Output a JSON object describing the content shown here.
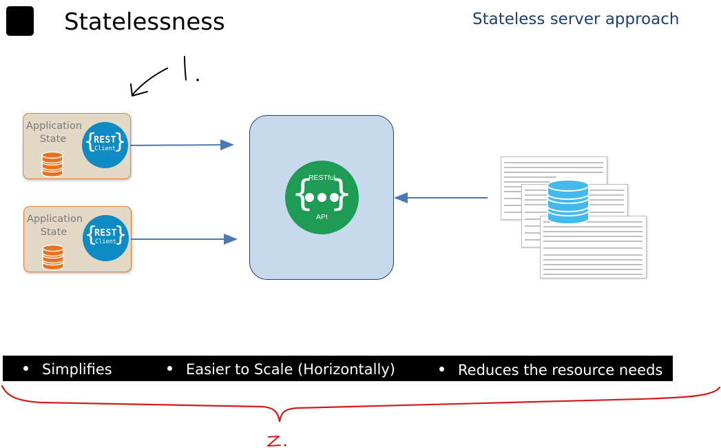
{
  "header": {
    "title": "Statelessness",
    "subtitle": "Stateless server approach"
  },
  "clients": [
    {
      "label_line1": "Application",
      "label_line2": "State",
      "rest_word": "REST",
      "rest_sub": "Client"
    },
    {
      "label_line1": "Application",
      "label_line2": "State",
      "rest_word": "REST",
      "rest_sub": "Client"
    }
  ],
  "server": {
    "badge_top": "RESTful",
    "badge_bottom": "API"
  },
  "bullets": [
    "Simplifies",
    "Easier to Scale (Horizontally)",
    "Reduces the resource needs"
  ],
  "annotations": {
    "top_mark": "1.",
    "bottom_mark": "2."
  },
  "colors": {
    "subtitle": "#1f3f72",
    "client_box": "#e2d8c5",
    "client_border": "#e8803a",
    "db_orange": "#e8731f",
    "rest_blue": "#0e8bc2",
    "server_fill": "#c7d9ed",
    "api_green": "#1e9c55",
    "arrow_blue": "#4a78b5",
    "db_blue": "#45b8ec",
    "annotation_black": "#000000",
    "annotation_red": "#d41b1b"
  }
}
